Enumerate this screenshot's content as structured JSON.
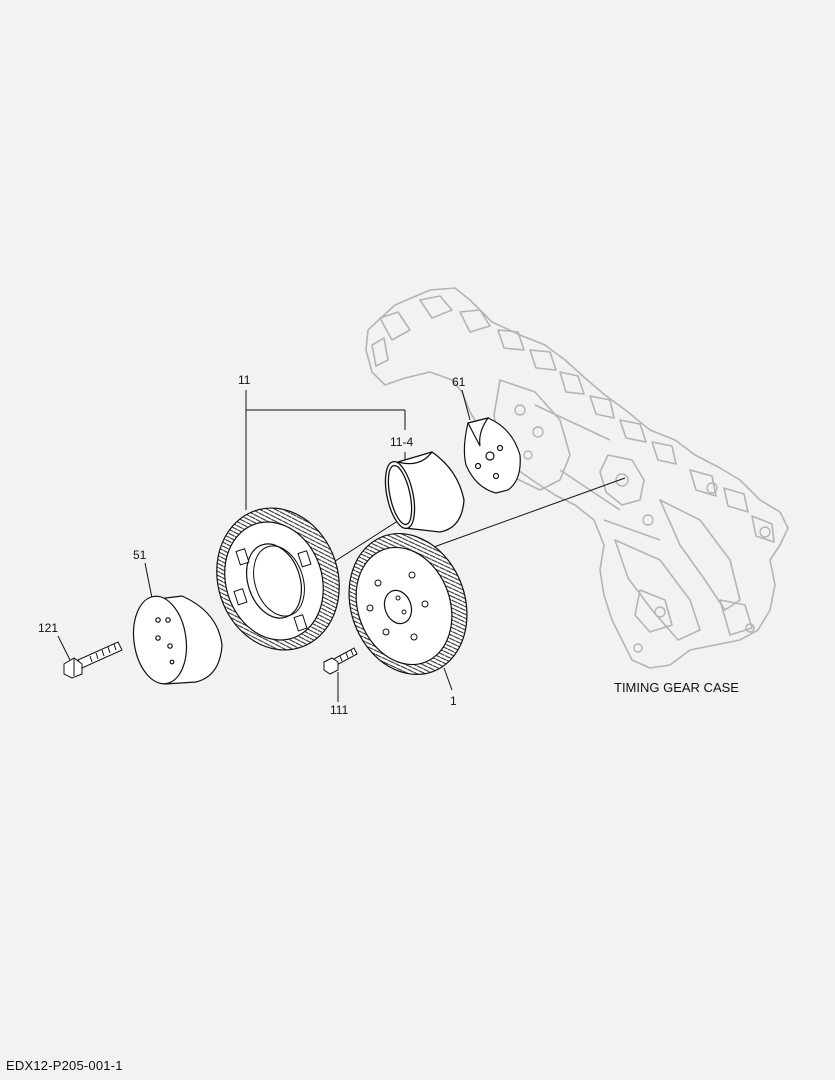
{
  "callouts": {
    "gear_assembly": "11",
    "bushing": "11-4",
    "thrust_plate": "61",
    "hub": "51",
    "hub_bolt": "121",
    "gear_bolt": "111",
    "gear": "1"
  },
  "caption": "TIMING GEAR CASE",
  "drawing_id": "EDX12-P205-001-1"
}
